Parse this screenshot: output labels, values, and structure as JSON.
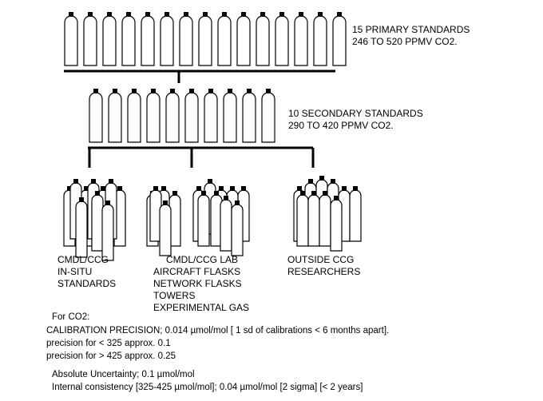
{
  "primary": {
    "count_label": "15 PRIMARY STANDARDS",
    "range_label": "246 TO 520 PPMV CO2.",
    "cylinders": 15
  },
  "secondary": {
    "count_label": "10 SECONDARY STANDARDS",
    "range_label": "290 TO 420 PPMV CO2.",
    "cylinders": 10
  },
  "groups": [
    {
      "lines": [
        "CMDL/CCG",
        "IN-SITU",
        "STANDARDS"
      ]
    },
    {
      "lines": [
        "CMDL/CCG LAB",
        "AIRCRAFT FLASKS",
        "NETWORK FLASKS",
        "TOWERS",
        "EXPERIMENTAL GAS"
      ]
    },
    {
      "lines": [
        "OUTSIDE CCG",
        "RESEARCHERS"
      ]
    }
  ],
  "notes": {
    "heading": "For CO2:",
    "precision": "CALIBRATION PRECISION; 0.014 µmol/mol [ 1 sd of calibrations < 6 months apart].",
    "low": "precision for < 325 approx. 0.1",
    "high": "precision for > 425 approx. 0.25",
    "uncertainty": "Absolute Uncertainty; 0.1  µmol/mol",
    "consistency": "Internal consistency [325-425  µmol/mol]; 0.04   µmol/mol    [2 sigma] [< 2 years]"
  },
  "colors": {
    "line": "#000000",
    "background": "#ffffff"
  }
}
